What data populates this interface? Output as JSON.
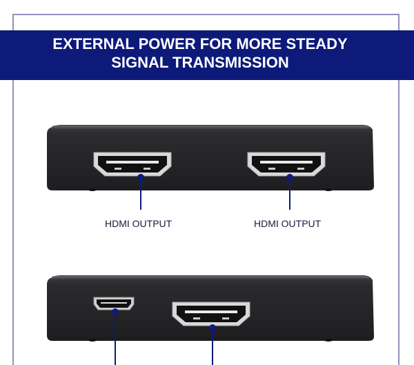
{
  "banner": {
    "title_line1": "EXTERNAL POWER FOR MORE STEADY",
    "title_line2": "SIGNAL TRANSMISSION",
    "color": "#0d1a7a"
  },
  "top_device": {
    "ports": [
      {
        "label": "HDMI OUTPUT",
        "icon": "hdmi-port-icon"
      },
      {
        "label": "HDMI OUTPUT",
        "icon": "hdmi-port-icon"
      }
    ]
  },
  "bottom_device": {
    "ports": [
      {
        "icon": "micro-usb-port-icon"
      },
      {
        "icon": "hdmi-port-icon"
      }
    ]
  },
  "colors": {
    "device_body": "#2a2a2c",
    "device_top": "#3a3a3d",
    "accent": "#0d1a7a",
    "frame": "#8f92b8"
  }
}
